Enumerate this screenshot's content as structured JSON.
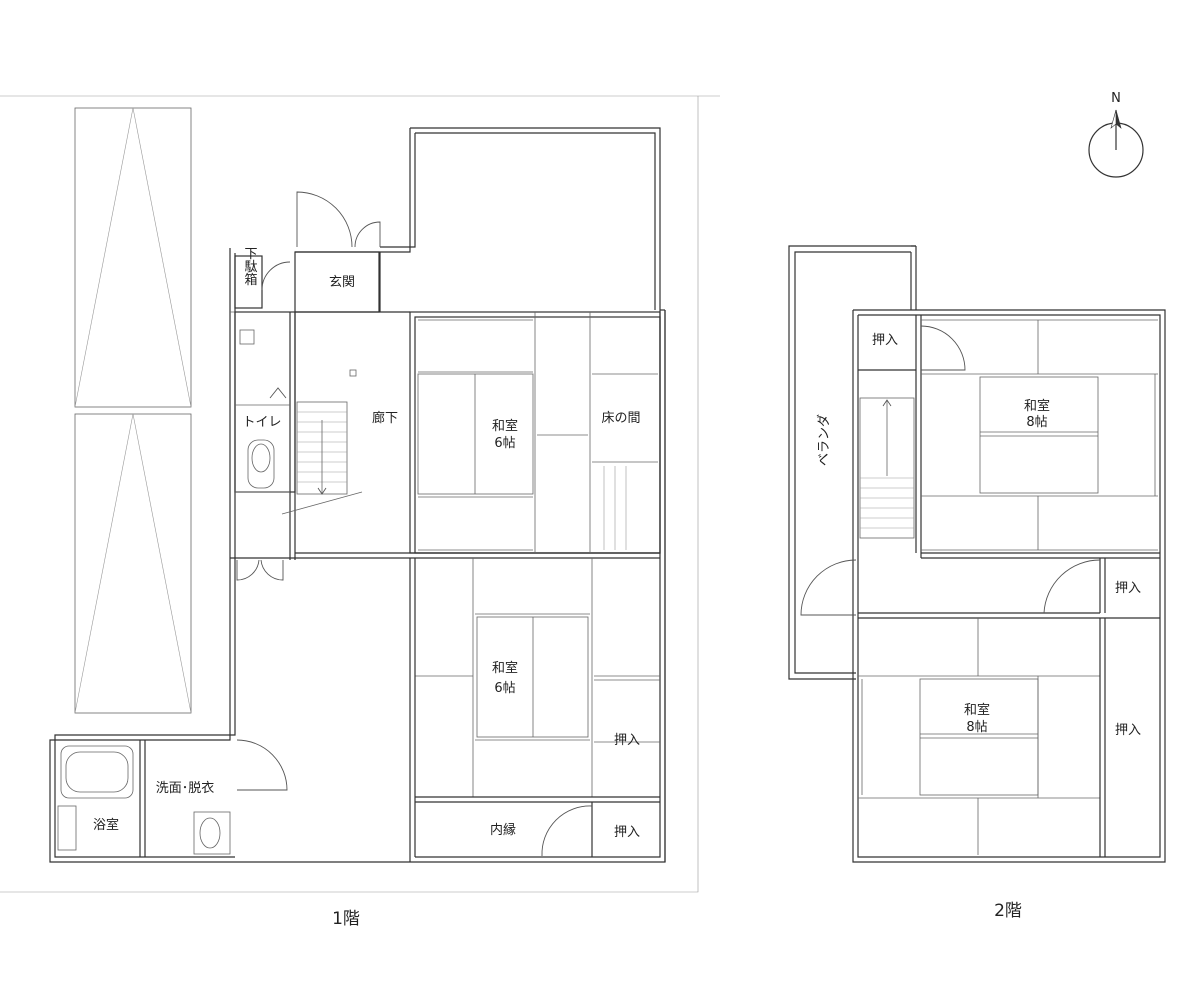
{
  "floor1": {
    "caption": "1階",
    "rooms": {
      "genkan": "玄関",
      "getabako": "下駄箱",
      "toilet": "トイレ",
      "rouka": "廊下",
      "washitsu_a": "和室",
      "washitsu_a_size": "6帖",
      "tokonoma": "床の間",
      "washitsu_b": "和室",
      "washitsu_b_size": "6帖",
      "oshiire_a": "押入",
      "oshiire_b": "押入",
      "uchien": "内縁",
      "senmen": "洗面･脱衣",
      "yokushitsu": "浴室"
    }
  },
  "floor2": {
    "caption": "2階",
    "rooms": {
      "oshiire_a": "押入",
      "veranda": "ベランダ",
      "washitsu_a": "和室",
      "washitsu_a_size": "8帖",
      "oshiire_b": "押入",
      "washitsu_b": "和室",
      "washitsu_b_size": "8帖",
      "oshiire_c": "押入"
    }
  },
  "compass": {
    "label": "N"
  }
}
